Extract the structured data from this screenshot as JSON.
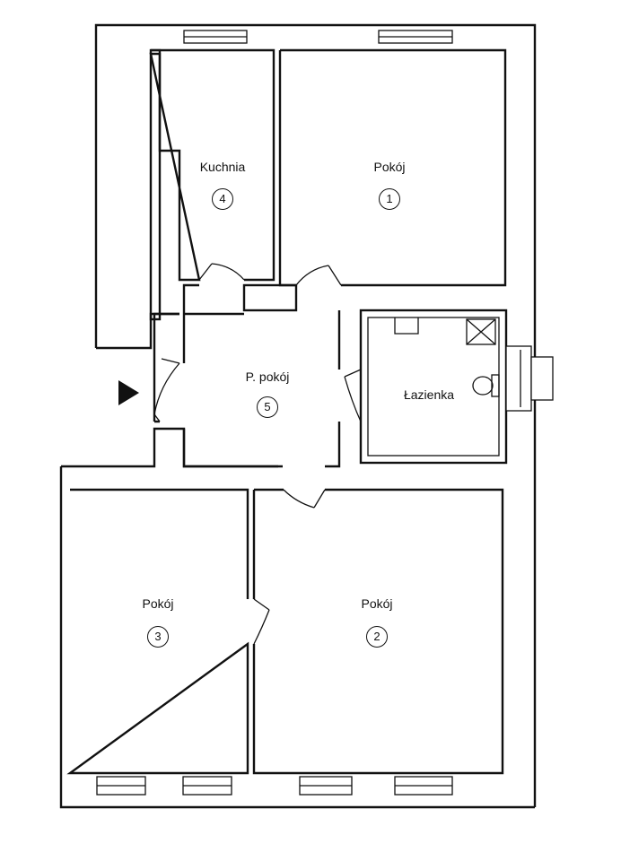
{
  "rooms": {
    "kitchen": {
      "label": "Kuchnia",
      "number": "4"
    },
    "room1": {
      "label": "Pokój",
      "number": "1"
    },
    "hall": {
      "label": "P. pokój",
      "number": "5"
    },
    "bathroom": {
      "label": "Łazienka"
    },
    "room3": {
      "label": "Pokój",
      "number": "3"
    },
    "room2": {
      "label": "Pokój",
      "number": "2"
    }
  },
  "icons": {
    "entrance": "entrance-arrow-icon",
    "toilet": "toilet-icon",
    "shower": "shower-tray-icon"
  }
}
